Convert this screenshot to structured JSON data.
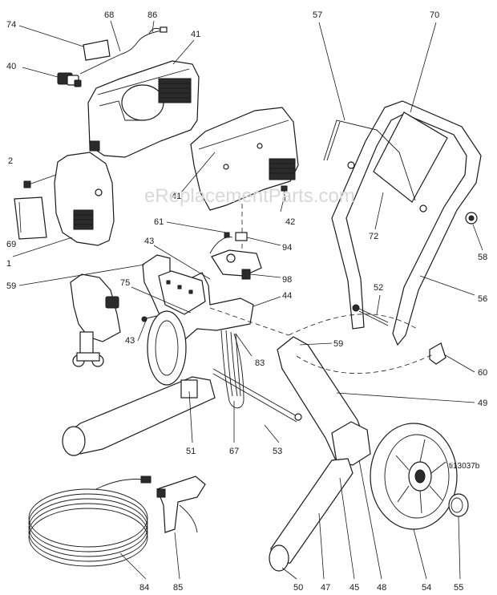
{
  "watermark": "eReplacementParts.com",
  "figure_ref": "ti13037b",
  "callouts": {
    "c74": "74",
    "c68": "68",
    "c86": "86",
    "c41a": "41",
    "c40": "40",
    "c2": "2",
    "c69": "69",
    "c1": "1",
    "c41b": "41",
    "c42": "42",
    "c61": "61",
    "c94": "94",
    "c43a": "43",
    "c98": "98",
    "c59a": "59",
    "c75": "75",
    "c44": "44",
    "c43b": "43",
    "c83": "83",
    "c59b": "59",
    "c57": "57",
    "c70": "70",
    "c72": "72",
    "c58": "58",
    "c52": "52",
    "c56": "56",
    "c60": "60",
    "c49": "49",
    "c51": "51",
    "c67": "67",
    "c53": "53",
    "c84": "84",
    "c85": "85",
    "c50": "50",
    "c47": "47",
    "c45": "45",
    "c48": "48",
    "c54": "54",
    "c55": "55"
  }
}
